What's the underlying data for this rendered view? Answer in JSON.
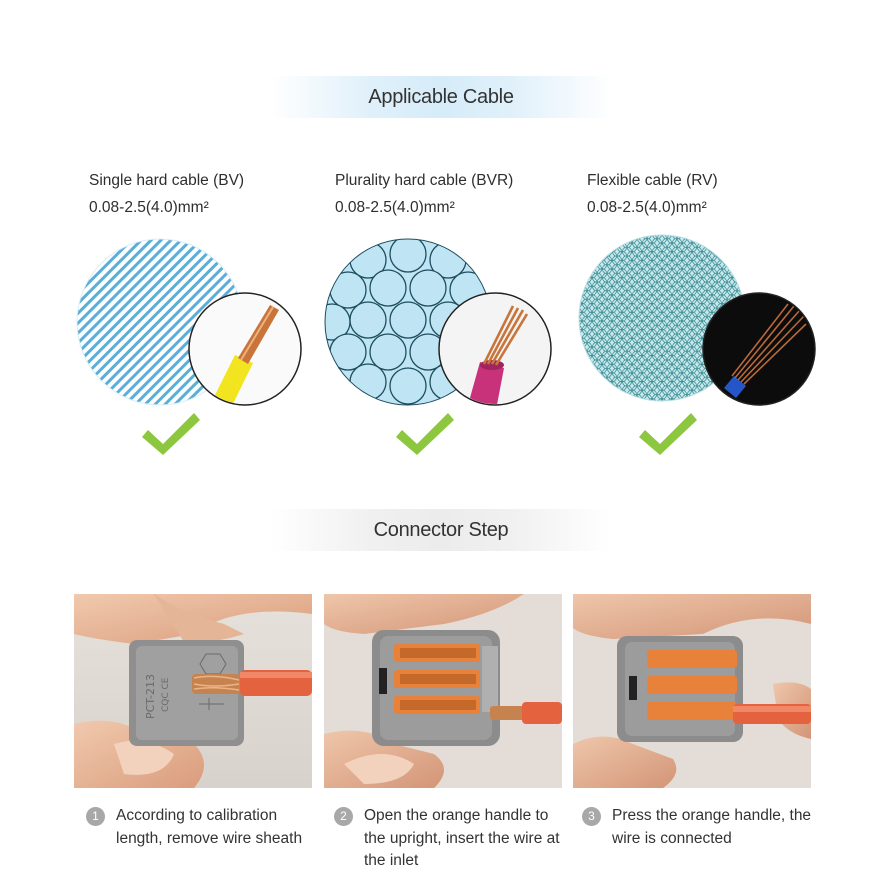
{
  "sections": {
    "applicable_title": "Applicable Cable",
    "connector_title": "Connector Step"
  },
  "cables": [
    {
      "name": "Single hard cable (BV)",
      "spec": "0.08-2.5(4.0)mm²",
      "insulation_color": "#f2e51f"
    },
    {
      "name": "Plurality hard cable (BVR)",
      "spec": "0.08-2.5(4.0)mm²",
      "insulation_color": "#c8327a"
    },
    {
      "name": "Flexible cable (RV)",
      "spec": "0.08-2.5(4.0)mm²",
      "insulation_color": "#2456c8"
    }
  ],
  "steps": [
    {
      "number": "1",
      "text": "According to calibration length, remove wire sheath"
    },
    {
      "number": "2",
      "text": "Open the orange handle to the upright, insert the wire at the inlet"
    },
    {
      "number": "3",
      "text": "Press the orange handle, the wire is connected"
    }
  ],
  "connector_marking": {
    "model": "PCT-213",
    "cert": "CQC CE"
  },
  "colors": {
    "accent_check": "#8dc63f",
    "cable_blue": "#6bb9e0",
    "handle_orange": "#e8823a"
  }
}
